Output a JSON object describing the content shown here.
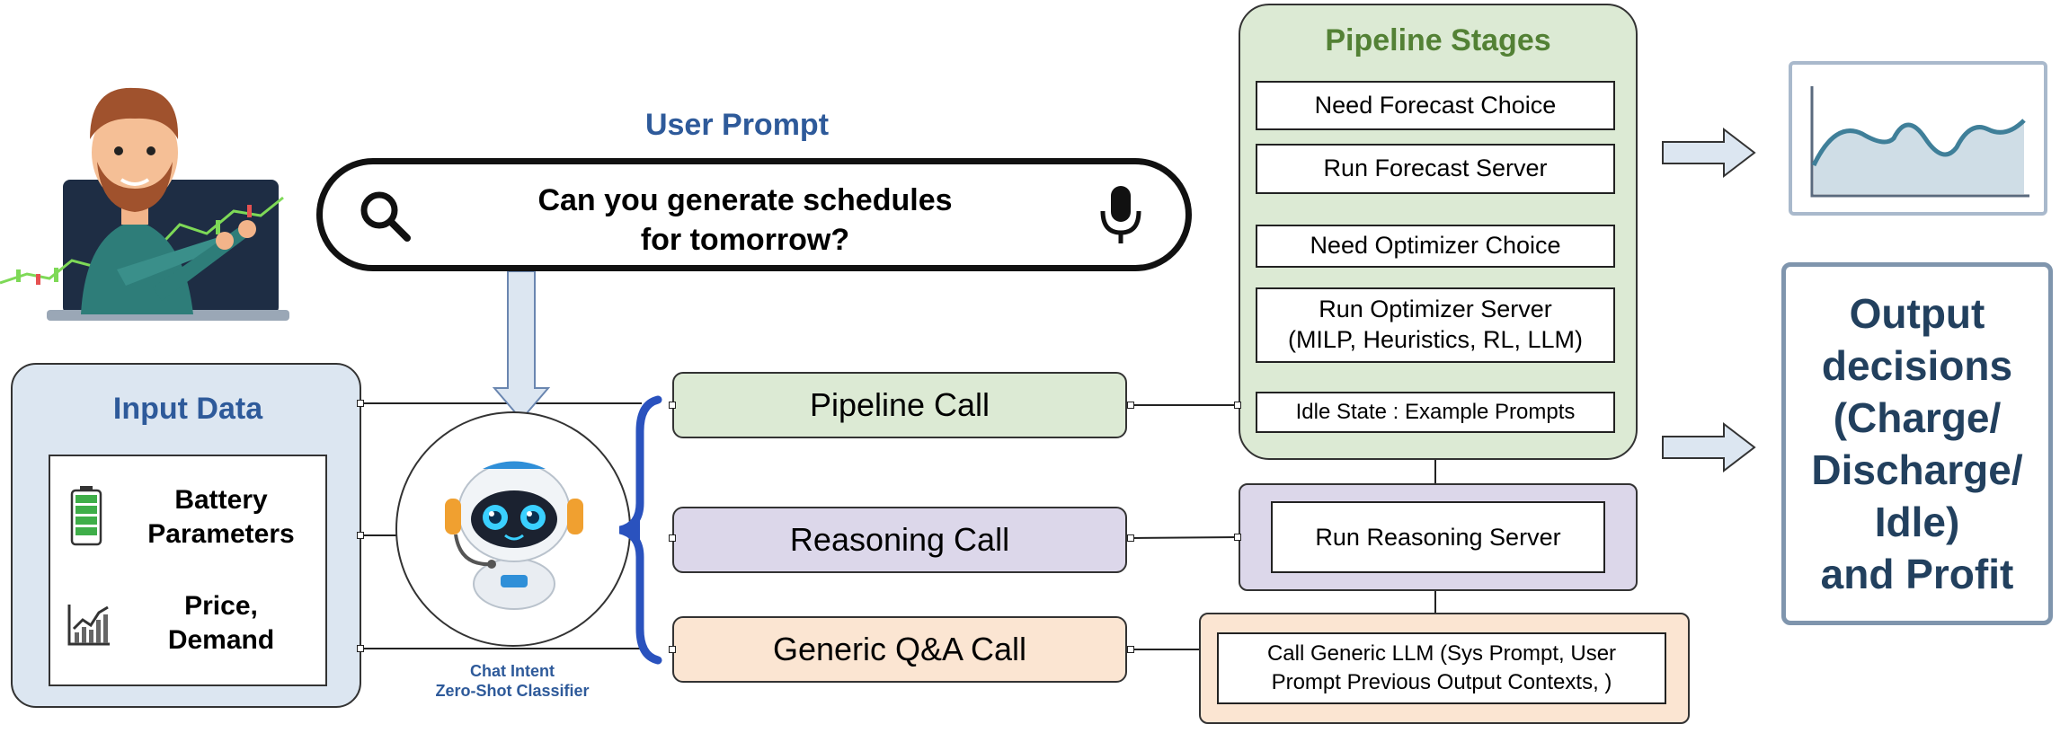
{
  "prompt": {
    "title": "User Prompt",
    "line1": "Can you generate schedules",
    "line2": "for tomorrow?",
    "left_icon": "search-icon",
    "right_icon": "microphone-icon"
  },
  "input_data": {
    "title": "Input Data",
    "item1_line1": "Battery",
    "item1_line2": "Parameters",
    "item2_line1": "Price,",
    "item2_line2": "Demand",
    "item1_icon": "battery-icon",
    "item2_icon": "line-chart-icon"
  },
  "classifier": {
    "line1": "Chat Intent",
    "line2": "Zero-Shot Classifier",
    "icon": "robot-icon"
  },
  "calls": {
    "pipeline": "Pipeline Call",
    "reasoning": "Reasoning Call",
    "generic": "Generic Q&A Call"
  },
  "pipeline": {
    "title": "Pipeline Stages",
    "stage1": "Need Forecast Choice",
    "stage2": "Run Forecast Server",
    "stage3": "Need Optimizer Choice",
    "stage4_line1": "Run Optimizer Server",
    "stage4_line2": "(MILP, Heuristics, RL, LLM)",
    "stage5": "Idle State : Example Prompts"
  },
  "reasoning_server": "Run Reasoning Server",
  "generic_llm": {
    "line1": "Call Generic LLM (Sys Prompt, User",
    "line2": "Prompt Previous Output Contexts, )"
  },
  "output": {
    "line1": "Output",
    "line2": "decisions",
    "line3": "(Charge/",
    "line4": "Discharge/",
    "line5": "Idle)",
    "line6": "and Profit",
    "chart_icon": "area-chart-icon"
  },
  "colors": {
    "title_blue": "#2e5a9a",
    "pipeline_green_fill": "#dcead4",
    "pipeline_title_green": "#538135",
    "input_blue_fill": "#dce6f1",
    "reasoning_purple_fill": "#dcd7ea",
    "generic_peach_fill": "#fbe5d2",
    "output_text": "#22405e",
    "bracket_blue": "#2a52be"
  }
}
